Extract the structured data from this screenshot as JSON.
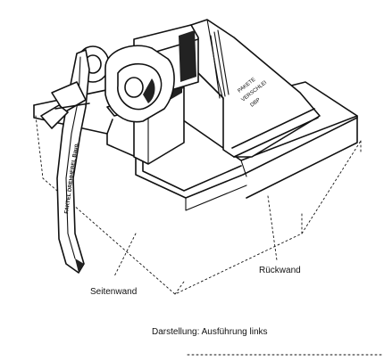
{
  "labels": {
    "side_wall": "Seitenwand",
    "back_wall": "Rückwand",
    "caption": "Darstellung: Ausführung links"
  },
  "base_stamp": [
    "PAKETE",
    "VERSCHLEI",
    "DBP"
  ],
  "lever_stamp": "FAKTEL DREHHEBEL Baug.",
  "colors": {
    "ink": "#111111",
    "paper": "#ffffff"
  }
}
